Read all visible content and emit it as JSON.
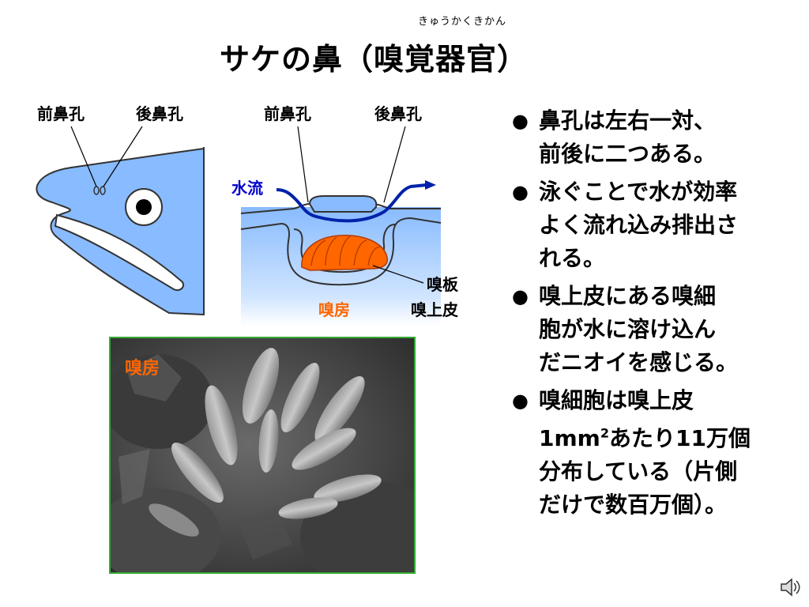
{
  "header": {
    "ruby": "きゅうかくきかん",
    "title": "サケの鼻（嗅覚器官）"
  },
  "fish_diagram": {
    "label_front": "前鼻孔",
    "label_back": "後鼻孔"
  },
  "cross_section": {
    "label_front": "前鼻孔",
    "label_back": "後鼻孔",
    "label_water": "水流",
    "label_plate": "嗅板",
    "label_epithelium": "嗅上皮",
    "label_chamber": "嗅房"
  },
  "photo": {
    "label": "嗅房"
  },
  "bullets": {
    "dot": "●",
    "b1_l1": "鼻孔は左右一対、",
    "b1_l2": "前後に二つある。",
    "b2_l1": "泳ぐことで水が効率",
    "b2_l2": "よく流れ込み排出さ",
    "b2_l3": "れる。",
    "b3_l1": "嗅上皮にある嗅細",
    "b3_l2": "胞が水に溶け込ん",
    "b3_l3": "だニオイを感じる。",
    "b4_l1": "嗅細胞は嗅上皮",
    "b4_l2a": "1mm",
    "b4_l2sup": "2",
    "b4_l2b": "あたり11万個",
    "b4_l3": "分布している（片側",
    "b4_l4": "だけで数百万個）。"
  },
  "colors": {
    "fish_fill": "#88bbff",
    "section_fill": "#99ccff",
    "plate_fill": "#ff6600",
    "water_arrow": "#0022aa",
    "label_blue": "#0000cc",
    "label_orange": "#ff6600",
    "photo_border": "#33aa33"
  },
  "icons": {
    "speaker": "speaker-icon"
  }
}
